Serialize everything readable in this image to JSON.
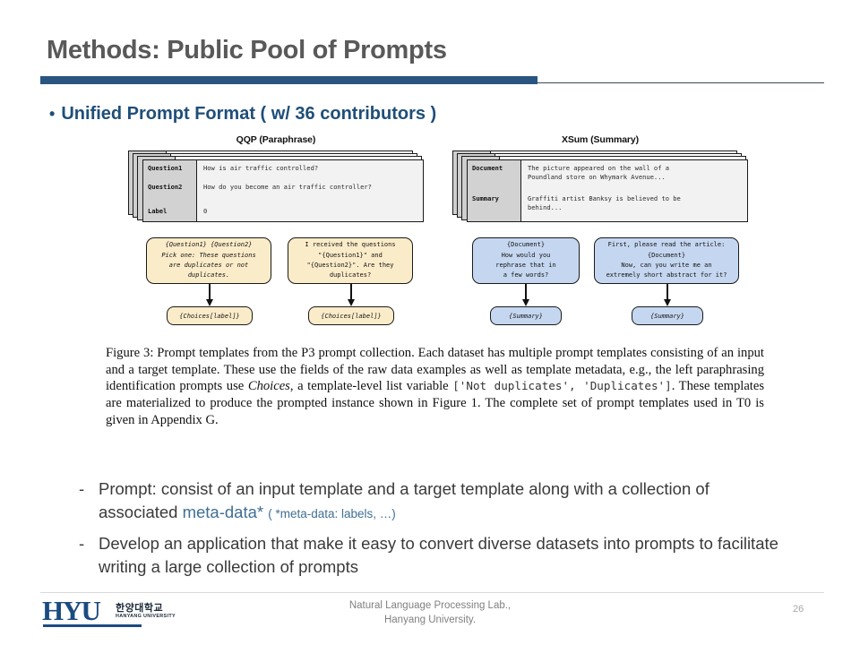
{
  "slide": {
    "title": "Methods: Public Pool of Prompts",
    "bullet_marker": "•",
    "heading": "Unified Prompt Format ( w/ 36 contributors )",
    "accent_navy": "#2a5580",
    "heading_blue": "#1f4e79",
    "link_blue": "#3f6f94",
    "page_number": "26"
  },
  "figure": {
    "panels": [
      {
        "title": "QQP (Paraphrase)",
        "box_color": "#fbecc9",
        "fields": [
          {
            "key": "Question1",
            "value": "How is air traffic controlled?"
          },
          {
            "key": "Question2",
            "value": "How do you become an air traffic controller?"
          },
          {
            "key": "Label",
            "value": "0"
          }
        ],
        "prompts": [
          "{Question1} {Question2}\nPick one: These questions\nare duplicates or not\nduplicates.",
          "I received the questions\n\"{Question1}\" and\n\"{Question2}\". Are they\nduplicates?"
        ],
        "targets": [
          "{Choices[label]}",
          "{Choices[label]}"
        ]
      },
      {
        "title": "XSum (Summary)",
        "box_color": "#c5d7f0",
        "fields": [
          {
            "key": "Document",
            "value": "The picture appeared on the wall of a\nPoundland store on Whymark Avenue..."
          },
          {
            "key": "Summary",
            "value": "Graffiti artist Banksy is believed to be\nbehind..."
          }
        ],
        "prompts": [
          "{Document}\nHow would you\nrephrase that in\na few words?",
          "First, please read the article:\n{Document}\nNow, can you write me an\nextremely short abstract for it?"
        ],
        "targets": [
          "{Summary}",
          "{Summary}"
        ]
      }
    ]
  },
  "caption": {
    "part1": "Figure 3: Prompt templates from the P3 prompt collection. Each dataset has multiple prompt templates consisting of an input and a target template. These use the fields of the raw data examples as well as template metadata, e.g., the left paraphrasing identification prompts use ",
    "italic1": "Choices",
    "part2": ", a template-level list variable ",
    "mono1": "['Not duplicates', 'Duplicates']",
    "part3": ". These templates are materialized to produce the prompted instance shown in Figure 1. The complete set of prompt templates used in T0 is given in Appendix G."
  },
  "body": {
    "dash": "-",
    "bullet1_pre": "Prompt: consist of an input template and a target template along with a collection of associated ",
    "bullet1_link": "meta-data*",
    "bullet1_note": "( *meta-data: labels, …)",
    "bullet2": "Develop an application that make it easy to convert diverse datasets into prompts to facilitate writing a large collection of prompts"
  },
  "footer": {
    "logo_mark": "HYU",
    "logo_korean": "한양대학교",
    "logo_english": "HANYANG UNIVERSITY",
    "center_line1": "Natural Language Processing Lab.,",
    "center_line2": "Hanyang University."
  }
}
